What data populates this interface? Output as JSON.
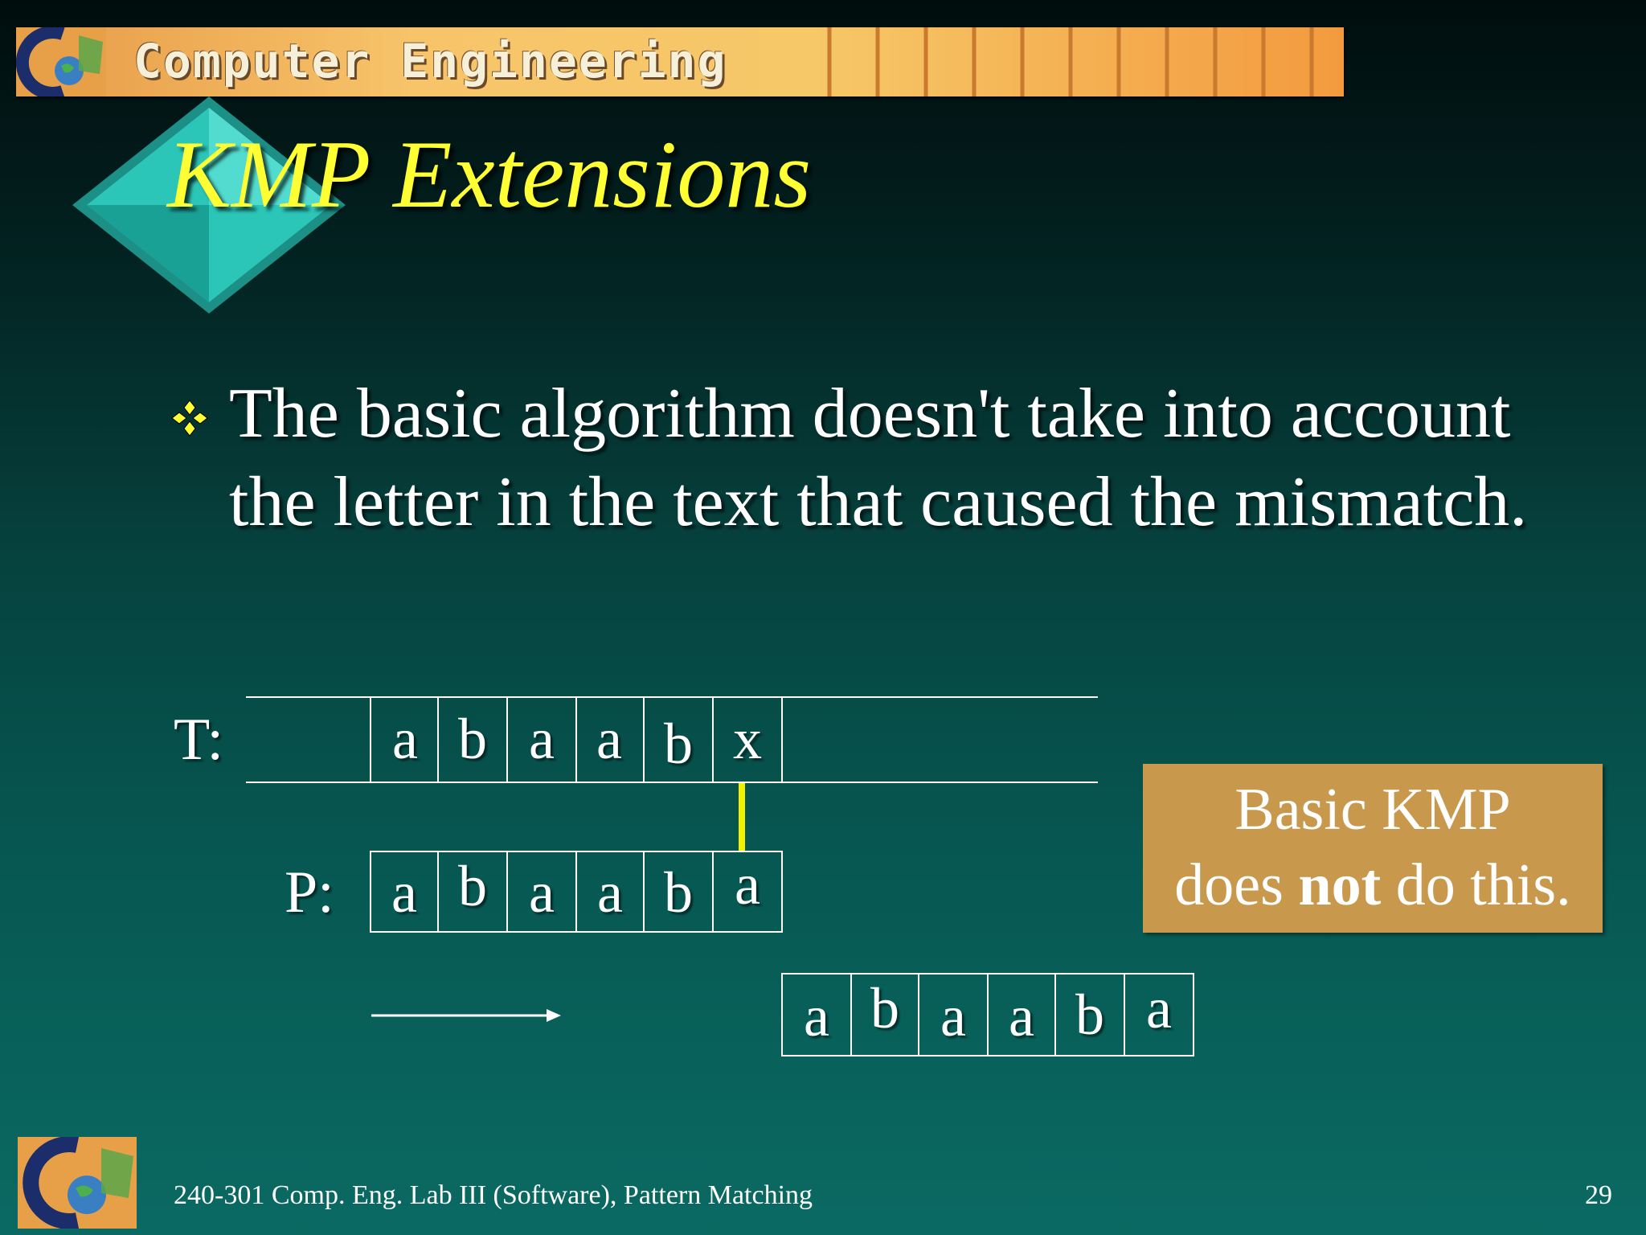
{
  "header": {
    "banner_title": "Computer Engineering"
  },
  "slide": {
    "title": "KMP Extensions",
    "bullet_text": "The basic algorithm doesn't take into account the letter in the text that caused the mismatch."
  },
  "diagram": {
    "text_label": "T:",
    "pattern_label": "P:",
    "text_chars": [
      "a",
      "b",
      "a",
      "a",
      "b",
      "x"
    ],
    "pattern_chars": [
      "a",
      "b",
      "a",
      "a",
      "b",
      "a"
    ],
    "shifted_pattern_chars": [
      "a",
      "b",
      "a",
      "a",
      "b",
      "a"
    ],
    "note_line1": "Basic KMP",
    "note_pre": "does ",
    "note_bold": "not",
    "note_post": " do this."
  },
  "footer": {
    "course_text": "240-301 Comp. Eng. Lab III (Software), Pattern Matching",
    "page_number": "29"
  },
  "colors": {
    "title": "#ffff33",
    "banner": "#f6c868",
    "note_box": "#c8984d",
    "mismatch_marker": "#f1f000",
    "diamond": "#2bc6b8"
  }
}
